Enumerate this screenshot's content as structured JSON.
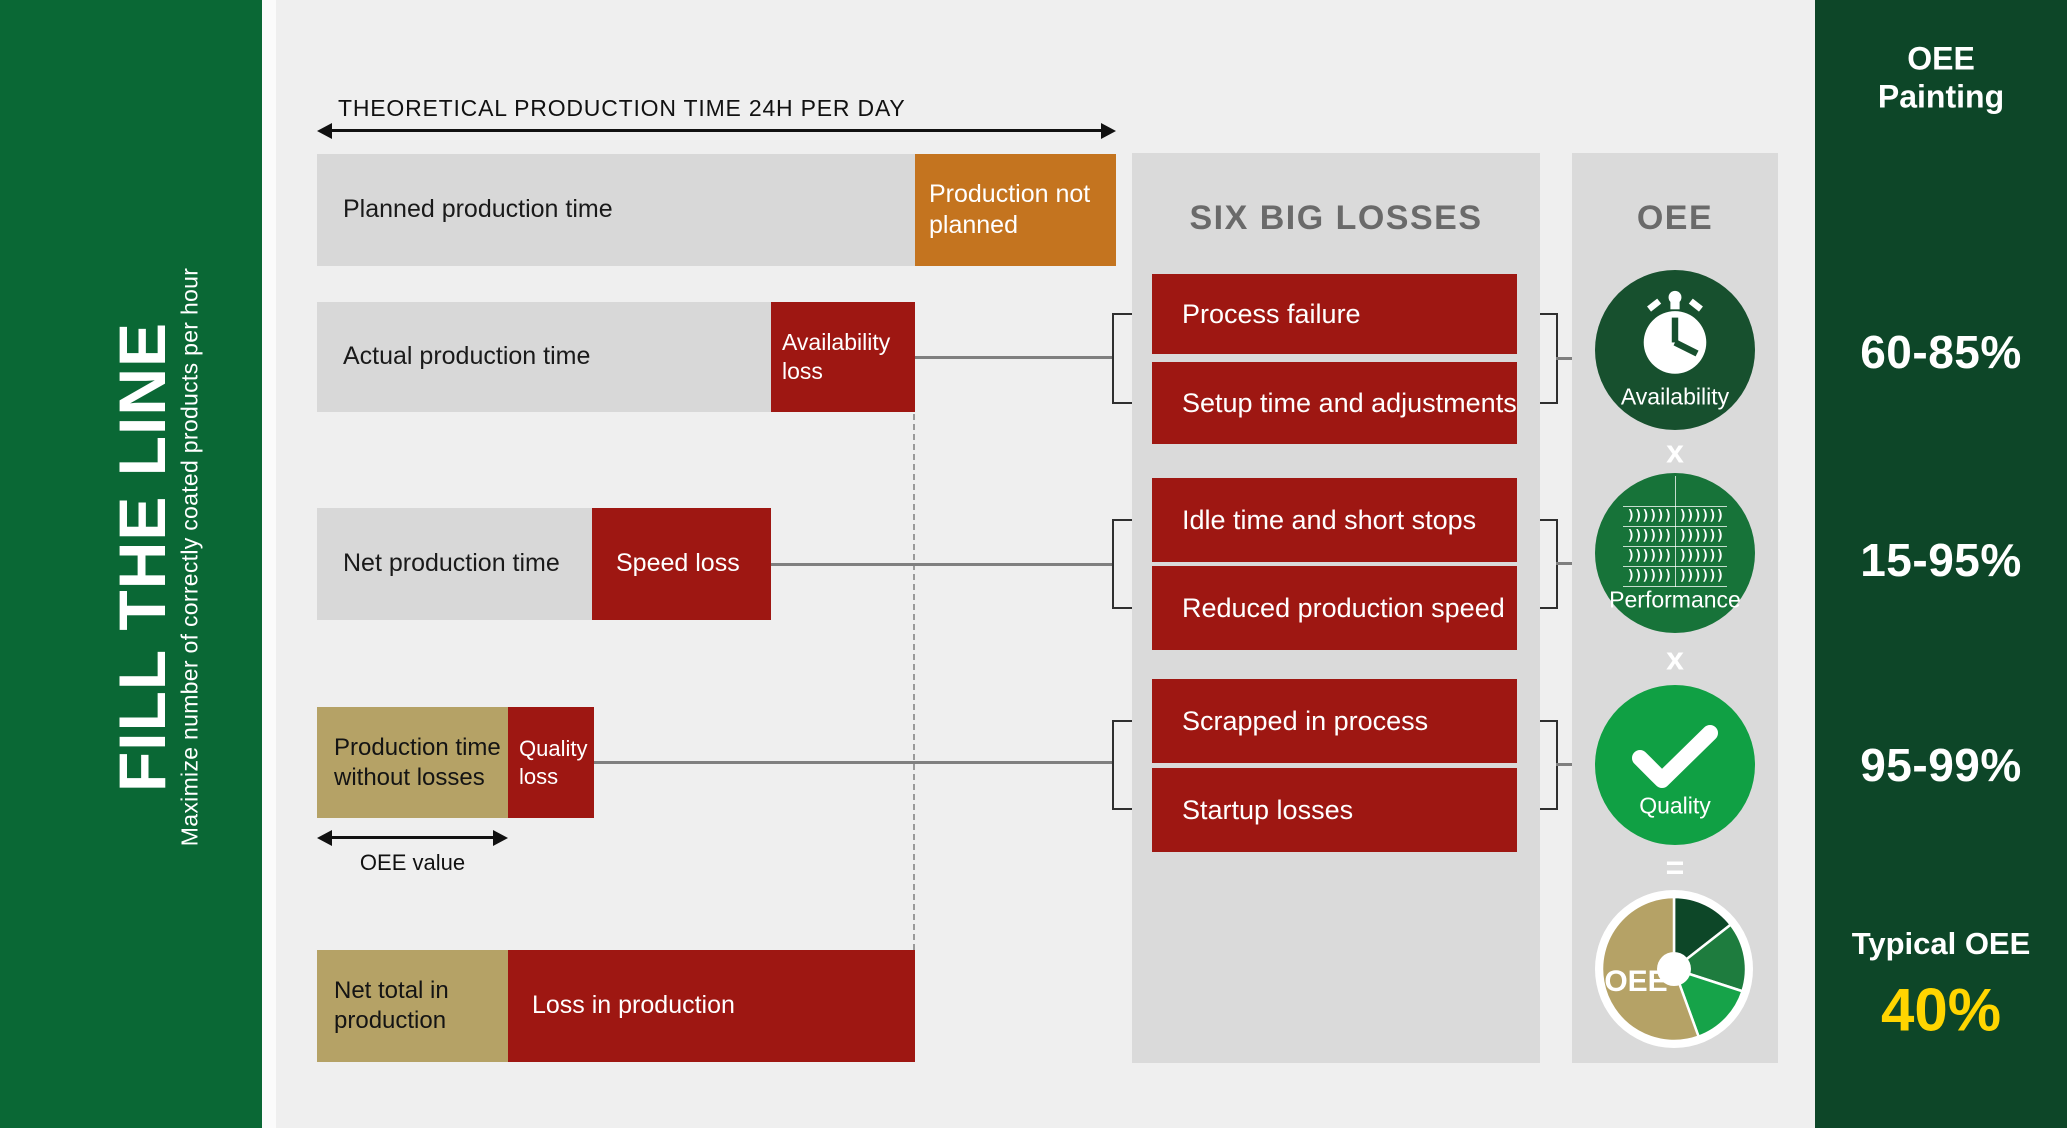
{
  "palette": {
    "left_sidebar_green": "#0a6835",
    "right_sidebar_green": "#0d4628",
    "loss_red": "#9e1712",
    "orange": "#c4741f",
    "tan": "#b5a266",
    "bar_gray": "#d8d8d8",
    "panel_gray": "#dadada",
    "page_bg": "#efefef",
    "availability_green": "#17502e",
    "performance_green": "#177339",
    "quality_green": "#10a044",
    "accent_yellow": "#ffd500",
    "panel_title_gray": "#6a6a6a"
  },
  "left_sidebar": {
    "title": "FILL THE LINE",
    "subtitle": "Maximize number of correctly coated products per hour"
  },
  "timeline": {
    "top_arrow_label": "THEORETICAL PRODUCTION TIME 24H PER DAY",
    "oee_value_label": "OEE value"
  },
  "bars": [
    {
      "label": "Planned production time",
      "loss": "Production not planned"
    },
    {
      "label": "Actual production time",
      "loss": "Availability loss"
    },
    {
      "label": "Net production time",
      "loss": "Speed loss"
    },
    {
      "label": "Production time without losses",
      "loss": "Quality loss"
    },
    {
      "label": "Net total in production",
      "loss": "Loss in production"
    }
  ],
  "six_big_losses": {
    "title": "SIX BIG LOSSES",
    "items": [
      "Process failure",
      "Setup time and adjustments",
      "Idle time and short stops",
      "Reduced production speed",
      "Scrapped in process",
      "Startup losses"
    ]
  },
  "oee": {
    "title": "OEE",
    "factors": [
      {
        "name": "Availability",
        "icon": "stopwatch-icon"
      },
      {
        "name": "Performance",
        "icon": "production-line-icon"
      },
      {
        "name": "Quality",
        "icon": "checkmark-icon"
      }
    ],
    "operator_multiply": "x",
    "operator_equals": "=",
    "pie_label": "OEE"
  },
  "right_sidebar": {
    "title_line1": "OEE",
    "title_line2": "Painting",
    "availability_range": "60-85%",
    "performance_range": "15-95%",
    "quality_range": "95-99%",
    "typical_label": "Typical OEE",
    "typical_value": "40%"
  },
  "chart_data": {
    "type": "pie",
    "center_label": "OEE",
    "legend_position": "none",
    "segments": [
      {
        "name": "availability-share",
        "color": "#0d4728",
        "angle_deg": 52
      },
      {
        "name": "performance-share",
        "color": "#1e7c3e",
        "angle_deg": 56
      },
      {
        "name": "quality-share",
        "color": "#16a349",
        "angle_deg": 52
      },
      {
        "name": "oee-share",
        "color": "#b5a266",
        "angle_deg": 200,
        "label": "OEE"
      }
    ]
  }
}
